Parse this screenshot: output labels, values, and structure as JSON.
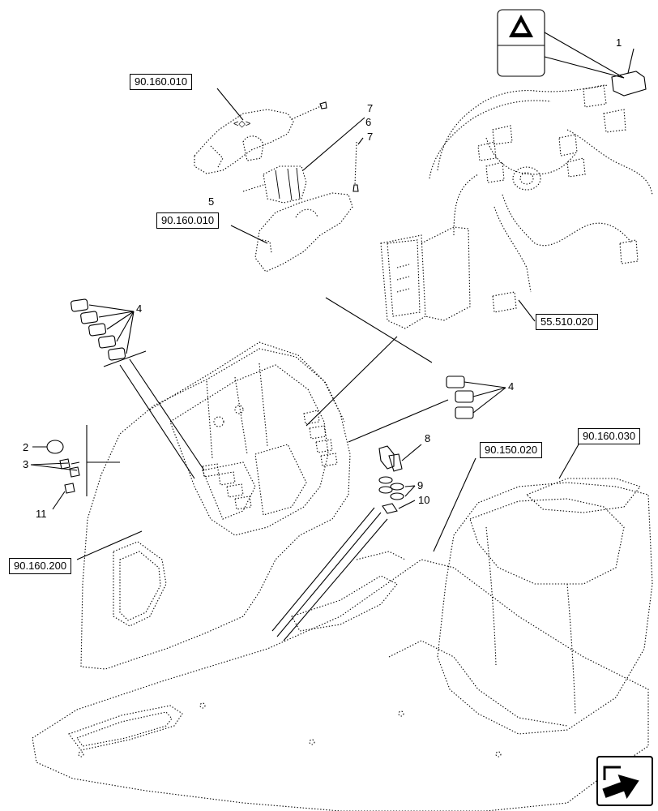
{
  "references": {
    "top_switch_ref": "90.160.010",
    "lower_cover_ref": "90.160.010",
    "harness_ref": "55.510.020",
    "console_ref": "90.160.200",
    "floor_ref": "90.150.020",
    "right_column_ref": "90.160.030"
  },
  "callouts": {
    "c1": "1",
    "c2": "2",
    "c3": "3",
    "c4_left": "4",
    "c4_right": "4",
    "c5": "5",
    "c6": "6",
    "c7_top": "7",
    "c7_mid": "7",
    "c8": "8",
    "c9": "9",
    "c10": "10",
    "c11": "11"
  },
  "icons": {
    "hazard": "hazard-warning-triangle-icon",
    "navigation": "next-page-arrow-icon"
  }
}
